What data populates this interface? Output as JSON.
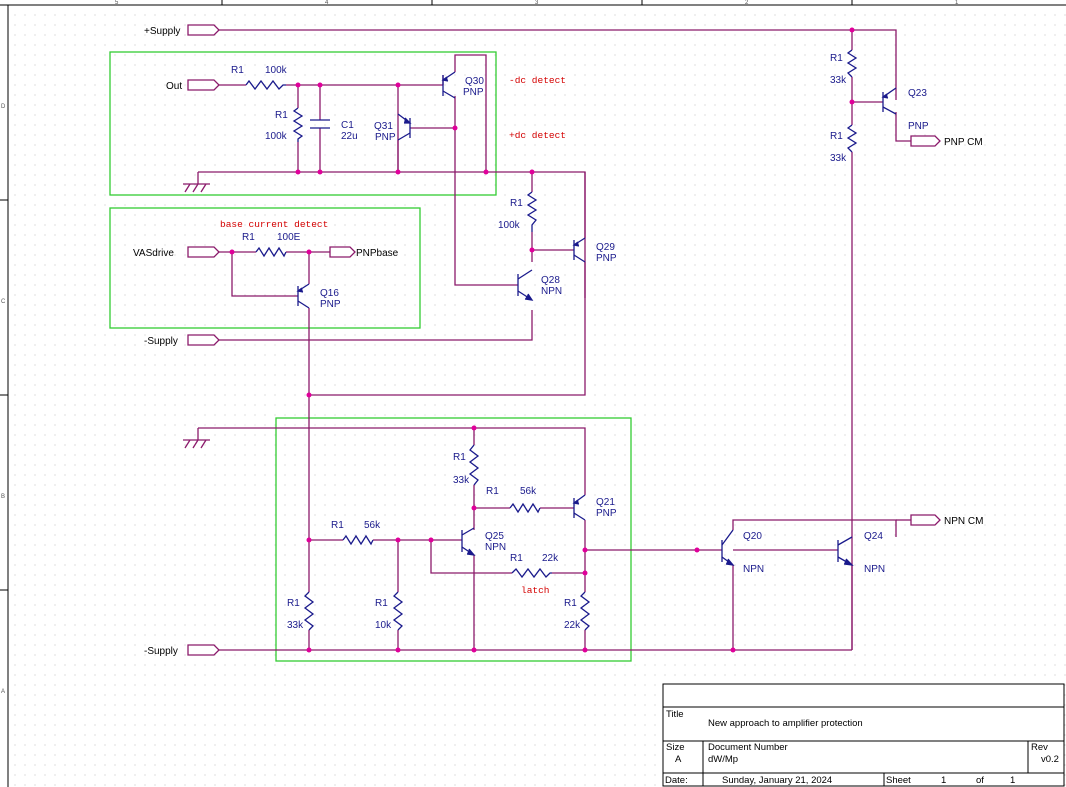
{
  "border": {
    "columns": [
      "5",
      "4",
      "3",
      "2",
      "1"
    ],
    "rows": [
      "D",
      "C",
      "B",
      "A"
    ]
  },
  "ports": {
    "supply_pos": "+Supply",
    "out": "Out",
    "vasdrive": "VASdrive",
    "pnpbase": "PNPbase",
    "supply_neg_1": "-Supply",
    "supply_neg_2": "-Supply",
    "pnp_cm": "PNP CM",
    "npn_cm": "NPN CM"
  },
  "annotations": {
    "neg_dc": "-dc detect",
    "pos_dc": "+dc detect",
    "base_current": "base current detect",
    "latch": "latch"
  },
  "resistors": {
    "r_out_ser": {
      "ref": "R1",
      "val": "100k"
    },
    "r_out_sh": {
      "ref": "R1",
      "val": "100k"
    },
    "r_q29": {
      "ref": "R1",
      "val": "100k"
    },
    "r_vas": {
      "ref": "R1",
      "val": "100E"
    },
    "r_top_cm": {
      "ref": "R1",
      "val": "33k"
    },
    "r_bot_cm": {
      "ref": "R1",
      "val": "33k"
    },
    "r_q21_base": {
      "ref": "R1",
      "val": "33k"
    },
    "r_56k_a": {
      "ref": "R1",
      "val": "56k"
    },
    "r_56k_b": {
      "ref": "R1",
      "val": "56k"
    },
    "r_latch": {
      "ref": "R1",
      "val": "22k"
    },
    "r_left_33k": {
      "ref": "R1",
      "val": "33k"
    },
    "r_10k": {
      "ref": "R1",
      "val": "10k"
    },
    "r_right_22k": {
      "ref": "R1",
      "val": "22k"
    }
  },
  "capacitors": {
    "c1": {
      "ref": "C1",
      "val": "22u"
    }
  },
  "transistors": {
    "q30": {
      "ref": "Q30",
      "type": "PNP"
    },
    "q31": {
      "ref": "Q31",
      "type": "PNP"
    },
    "q29": {
      "ref": "Q29",
      "type": "PNP"
    },
    "q28": {
      "ref": "Q28",
      "type": "NPN"
    },
    "q16": {
      "ref": "Q16",
      "type": "PNP"
    },
    "q23": {
      "ref": "Q23",
      "type": "PNP"
    },
    "q21": {
      "ref": "Q21",
      "type": "PNP"
    },
    "q25": {
      "ref": "Q25",
      "type": "NPN"
    },
    "q20": {
      "ref": "Q20",
      "type": "NPN"
    },
    "q24": {
      "ref": "Q24",
      "type": "NPN"
    }
  },
  "title_block": {
    "title_label": "Title",
    "title": "New approach to amplifier protection",
    "size_label": "Size",
    "size": "A",
    "docnum_label": "Document Number",
    "docnum": "dW/Mp",
    "rev_label": "Rev",
    "rev": "v0.2",
    "date_label": "Date:",
    "date": "Sunday, January 21, 2024",
    "sheet_label": "Sheet",
    "sheet": "1",
    "of_label": "of",
    "sheets": "1"
  },
  "colors": {
    "wire": "#8b1a6b",
    "part": "#1a1a8c",
    "junction": "#e0009a",
    "group_box": "#33cc33",
    "annotation": "#d40000"
  }
}
